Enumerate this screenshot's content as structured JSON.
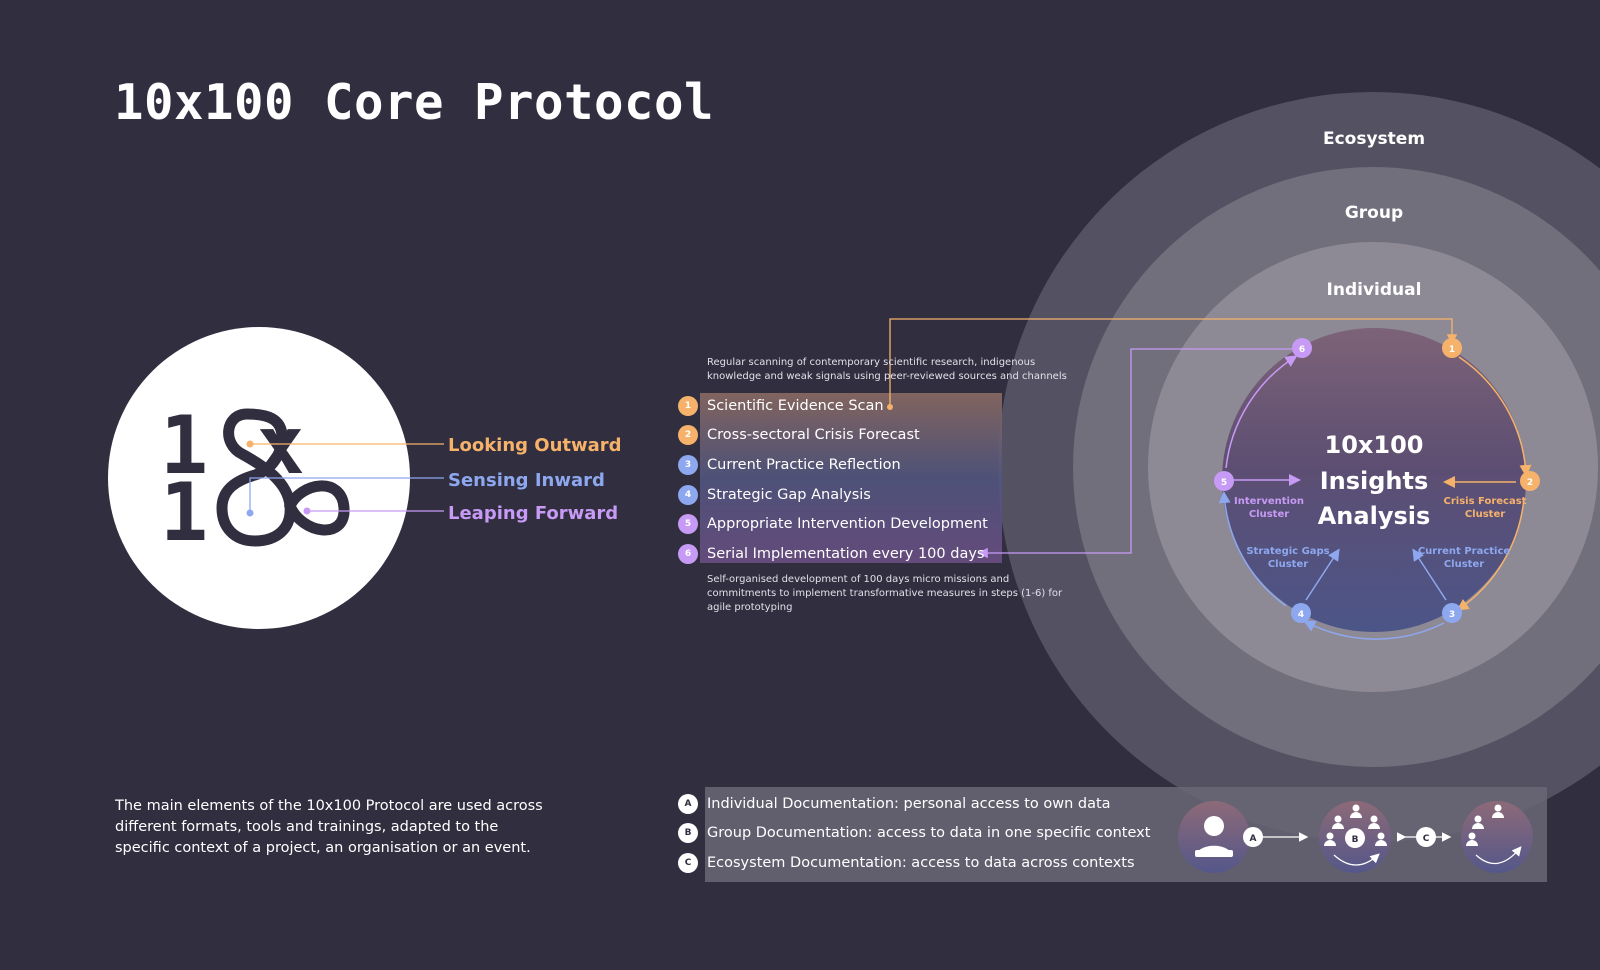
{
  "page": {
    "title": "10x100 Core Protocol"
  },
  "logo": {
    "text_top": "1 x",
    "text_bottom": "1",
    "labels": [
      {
        "text": "Looking Outward",
        "color": "#f6b26b"
      },
      {
        "text": "Sensing Inward",
        "color": "#8ea8f0"
      },
      {
        "text": "Leaping Forward",
        "color": "#c79af5"
      }
    ]
  },
  "protocol": {
    "description_top": "Regular scanning of contemporary scientific research, indigenous knowledge and weak signals using peer-reviewed sources and channels",
    "description_bottom": "Self-organised development of 100 days micro missions and commitments to implement transformative measures in steps (1-6) for agile prototyping",
    "steps": [
      {
        "num": "1",
        "label": "Scientific Evidence Scan",
        "color": "#f6b26b"
      },
      {
        "num": "2",
        "label": "Cross-sectoral Crisis Forecast",
        "color": "#f6b26b"
      },
      {
        "num": "3",
        "label": "Current Practice Reflection",
        "color": "#8ea8f0"
      },
      {
        "num": "4",
        "label": "Strategic Gap Analysis",
        "color": "#8ea8f0"
      },
      {
        "num": "5",
        "label": "Appropriate Intervention Development",
        "color": "#c79af5"
      },
      {
        "num": "6",
        "label": "Serial Implementation every 100 days",
        "color": "#c79af5"
      }
    ]
  },
  "circles": {
    "levels": [
      "Ecosystem",
      "Group",
      "Individual"
    ],
    "center_lines": [
      "10x100",
      "Insights",
      "Analysis"
    ],
    "clusters": [
      {
        "line1": "Intervention",
        "line2": "Cluster",
        "color": "#c79af5"
      },
      {
        "line1": "Crisis Forecast",
        "line2": "Cluster",
        "color": "#f6b26b"
      },
      {
        "line1": "Strategic Gaps",
        "line2": "Cluster",
        "color": "#8ea8f0"
      },
      {
        "line1": "Current Practice",
        "line2": "Cluster",
        "color": "#8ea8f0"
      }
    ]
  },
  "intro": "The main elements of the 10x100 Protocol are used across different formats, tools and trainings, adapted to the specific context of a project, an organisation or an event.",
  "documentation": [
    {
      "letter": "A",
      "label": "Individual Documentation: personal access to own data"
    },
    {
      "letter": "B",
      "label": "Group Documentation: access to data in one specific context"
    },
    {
      "letter": "C",
      "label": "Ecosystem Documentation: access to data across contexts"
    }
  ],
  "colors": {
    "background": "#312e3f",
    "orange": "#f6b26b",
    "blue": "#8ea8f0",
    "purple": "#c79af5"
  }
}
